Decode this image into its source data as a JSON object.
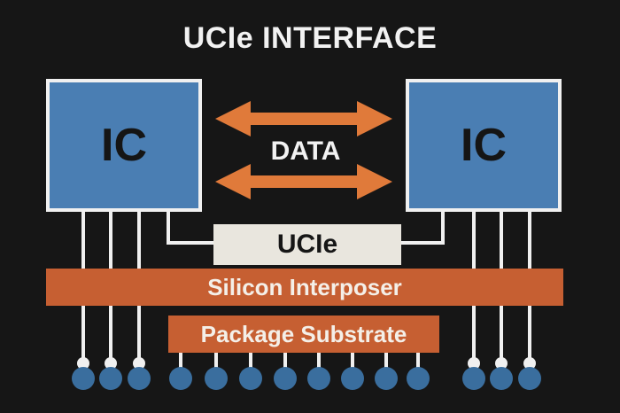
{
  "title": "UCIe INTERFACE",
  "ic_left": {
    "label": "IC"
  },
  "ic_right": {
    "label": "IC"
  },
  "data_label": "DATA",
  "bridge_label": "UCIe",
  "interposer_label": "Silicon Interposer",
  "substrate_label": "Package Substrate",
  "colors": {
    "background": "#161616",
    "ic_fill": "#4a7eb3",
    "arrow": "#e07a3a",
    "layer": "#c65f32",
    "bridge": "#e9e6de",
    "bump": "#3a6e9e",
    "wire": "#f0f0f0"
  },
  "icons": {
    "arrow": "double-arrow-horizontal",
    "bump": "solder-ball"
  }
}
